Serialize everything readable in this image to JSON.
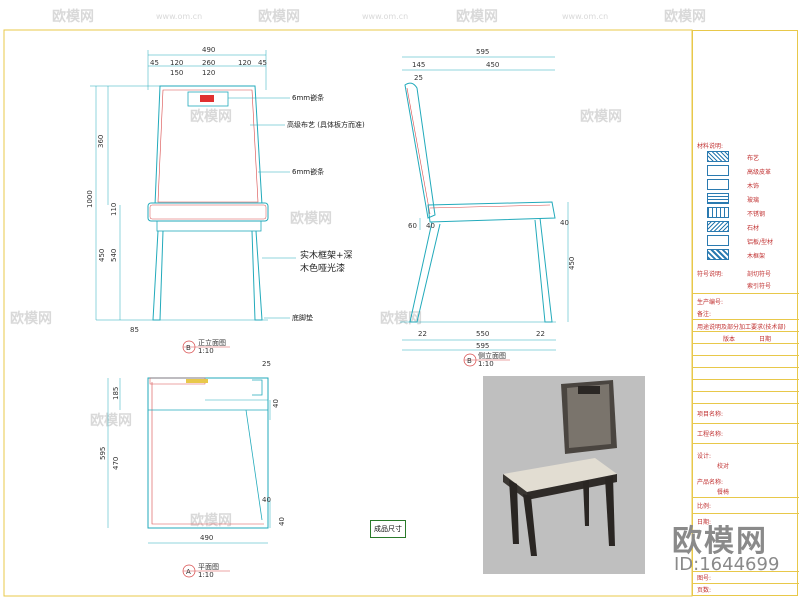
{
  "watermark": {
    "text": "欧模网",
    "url_text": "www.om.cn"
  },
  "front_view": {
    "dims_top": [
      "490",
      "45",
      "120",
      "260",
      "120",
      "45",
      "150",
      "120"
    ],
    "dims_left": [
      "360",
      "1000",
      "540",
      "110",
      "450"
    ],
    "dims_right": [
      "85"
    ],
    "notes": [
      "6mm嵌条",
      "高级布艺 (具体板方而准)",
      "6mm嵌条",
      "实木框架+深",
      "木色哑光漆",
      "底脚垫"
    ],
    "label": "正立面图",
    "scale": "1:10",
    "mark": "B"
  },
  "side_view": {
    "dims_top": [
      "595",
      "145",
      "450",
      "25"
    ],
    "dims_left": [
      "60",
      "40"
    ],
    "dims_right": [
      "40",
      "450"
    ],
    "dims_bottom": [
      "22",
      "550",
      "22",
      "595"
    ],
    "label": "侧立面图",
    "scale": "1:10",
    "mark": "B"
  },
  "plan_view": {
    "dims_left": [
      "185",
      "595",
      "470"
    ],
    "dims_right": [
      "25",
      "40",
      "40",
      "40"
    ],
    "dims_bottom": [
      "490"
    ],
    "label": "平面图",
    "scale": "1:10",
    "mark": "A"
  },
  "stamp": "成品尺寸",
  "title_block": {
    "materials_header": "材料说明:",
    "material_items": [
      "布艺",
      "高级皮革",
      "木饰",
      "玻璃",
      "不锈钢",
      "石材",
      "铝板/型材",
      "木框架"
    ],
    "symbol_header": "符号说明:",
    "symbol_items": [
      "剖切符号",
      "索引符号"
    ],
    "project_name": "生产编号:",
    "remarks": "备注:",
    "description": "用途说明及部分加工要求(技术部)",
    "col_headers": [
      "版本",
      "日期"
    ],
    "project": "项目名称:",
    "drawing_title": "工程名称:",
    "designer": "设计:",
    "checker": "校对",
    "product_name": "产品名称:",
    "product_value": "餐椅",
    "scale_label": "比例:",
    "date_label": "日期:",
    "drawing_no": "图号:",
    "page_no": "页数:"
  },
  "brand": {
    "name": "欧模网",
    "id": "ID:1644699"
  }
}
